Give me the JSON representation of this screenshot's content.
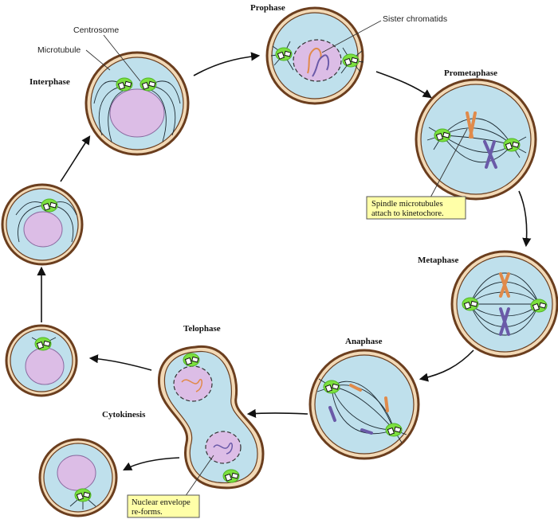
{
  "stages": {
    "interphase": "Interphase",
    "prophase": "Prophase",
    "prometaphase": "Prometaphase",
    "metaphase": "Metaphase",
    "anaphase": "Anaphase",
    "telophase": "Telophase",
    "cytokinesis": "Cytokinesis"
  },
  "labels": {
    "centrosome": "Centrosome",
    "microtubule": "Microtubule",
    "sister_chromatids": "Sister chromatids"
  },
  "callouts": {
    "spindle_line1": "Spindle microtubules",
    "spindle_line2": "attach to kinetochore.",
    "nuclear_line1": "Nuclear envelope",
    "nuclear_line2": "re-forms."
  },
  "colors": {
    "cell_wall": "#f2d9b6",
    "cytoplasm": "#bfe0ec",
    "nucleus": "#dcbde6",
    "centrosome_glow": "#7de03f",
    "chromosome_orange": "#e08a4a",
    "chromosome_purple": "#6a5aa8",
    "callout_fill": "#ffffa8"
  }
}
